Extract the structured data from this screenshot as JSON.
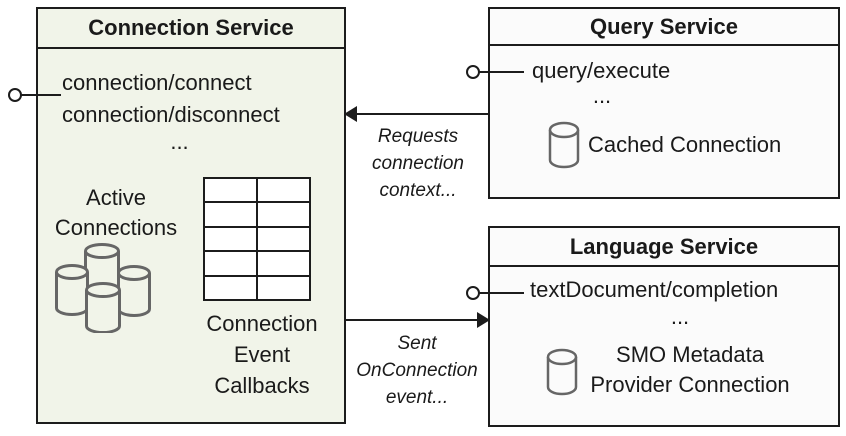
{
  "colors": {
    "connection_box_bg": "#f1f4e9",
    "service_box_bg": "#fbfbfb",
    "border": "#1c1c1c",
    "text": "#1a1a1a",
    "cylinder_stroke": "#666666",
    "grid_line": "#1c1c1c",
    "grid_cell_bg": "#ffffff"
  },
  "connection_service": {
    "title": "Connection Service",
    "methods": [
      "connection/connect",
      "connection/disconnect"
    ],
    "ellipsis": "...",
    "active_connections_label": "Active\nConnections",
    "callbacks_label": "Connection\nEvent\nCallbacks"
  },
  "query_service": {
    "title": "Query Service",
    "methods": [
      "query/execute"
    ],
    "ellipsis": "...",
    "resource_label": "Cached Connection"
  },
  "language_service": {
    "title": "Language Service",
    "methods": [
      "textDocument/completion"
    ],
    "ellipsis": "...",
    "resource_label": "SMO Metadata\nProvider Connection"
  },
  "arrows": {
    "requests_label": "Requests\nconnection\ncontext...",
    "sent_label": "Sent\nOnConnection\nevent..."
  }
}
